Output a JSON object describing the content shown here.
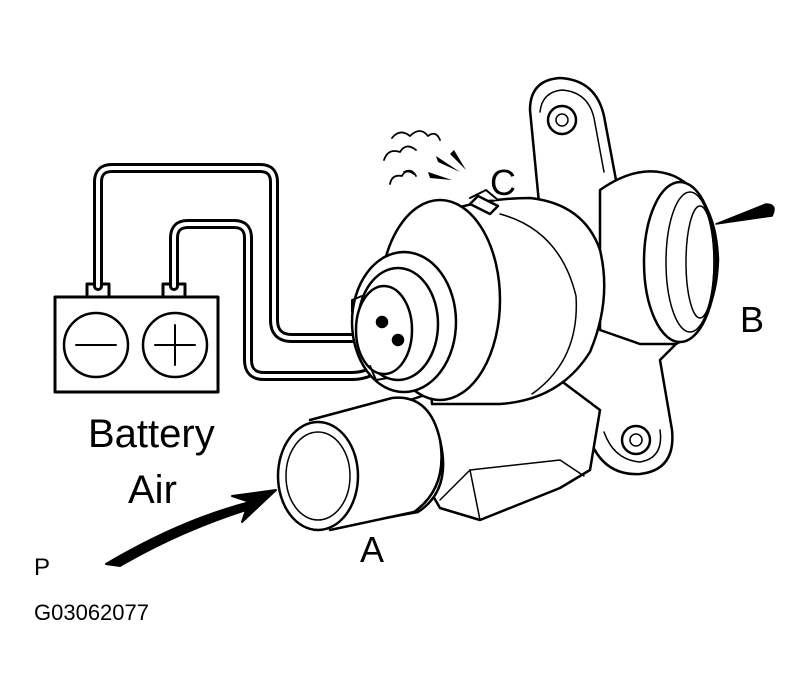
{
  "labels": {
    "battery": "Battery",
    "air": "Air",
    "port_a": "A",
    "port_b": "B",
    "port_c": "C",
    "corner_mark": "P",
    "figure_id": "G03062077"
  },
  "colors": {
    "ink": "#000000",
    "paper": "#ffffff"
  },
  "icons": {
    "battery_negative": "minus-sign",
    "battery_positive": "plus-sign"
  }
}
